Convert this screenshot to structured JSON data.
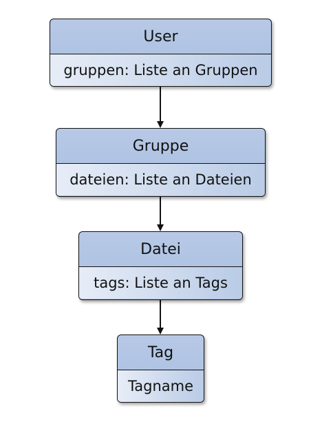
{
  "classes": [
    {
      "name": "User",
      "attribute": "gruppen: Liste an Gruppen"
    },
    {
      "name": "Gruppe",
      "attribute": "dateien: Liste an Dateien"
    },
    {
      "name": "Datei",
      "attribute": "tags: Liste an Tags"
    },
    {
      "name": "Tag",
      "attribute": "Tagname"
    }
  ],
  "colors": {
    "header_fill": "#b7c9e6",
    "attribute_fill_light": "#e7edf7",
    "attribute_fill_dark": "#b9cbe6",
    "border": "#111111"
  }
}
